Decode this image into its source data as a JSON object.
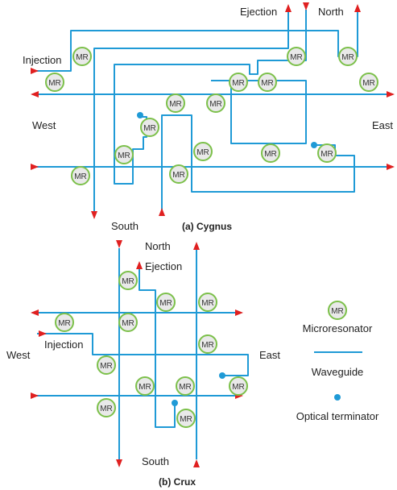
{
  "cygnus": {
    "caption": "(a) Cygnus",
    "labels": {
      "ejection": "Ejection",
      "north": "North",
      "injection": "Injection",
      "west": "West",
      "east": "East",
      "south": "South"
    },
    "mr_label": "MR"
  },
  "crux": {
    "caption": "(b) Crux",
    "labels": {
      "north": "North",
      "ejection": "Ejection",
      "injection": "Injection",
      "west": "West",
      "east": "East",
      "south": "South"
    },
    "mr_label": "MR"
  },
  "legend": {
    "microresonator": "Microresonator",
    "waveguide": "Waveguide",
    "optical_terminator": "Optical terminator",
    "mr_label": "MR"
  },
  "colors": {
    "waveguide": "#1f9ad6",
    "arrow": "#e02020",
    "mr_ring": "#7cc04a",
    "mr_fill": "#e9e9e9"
  }
}
